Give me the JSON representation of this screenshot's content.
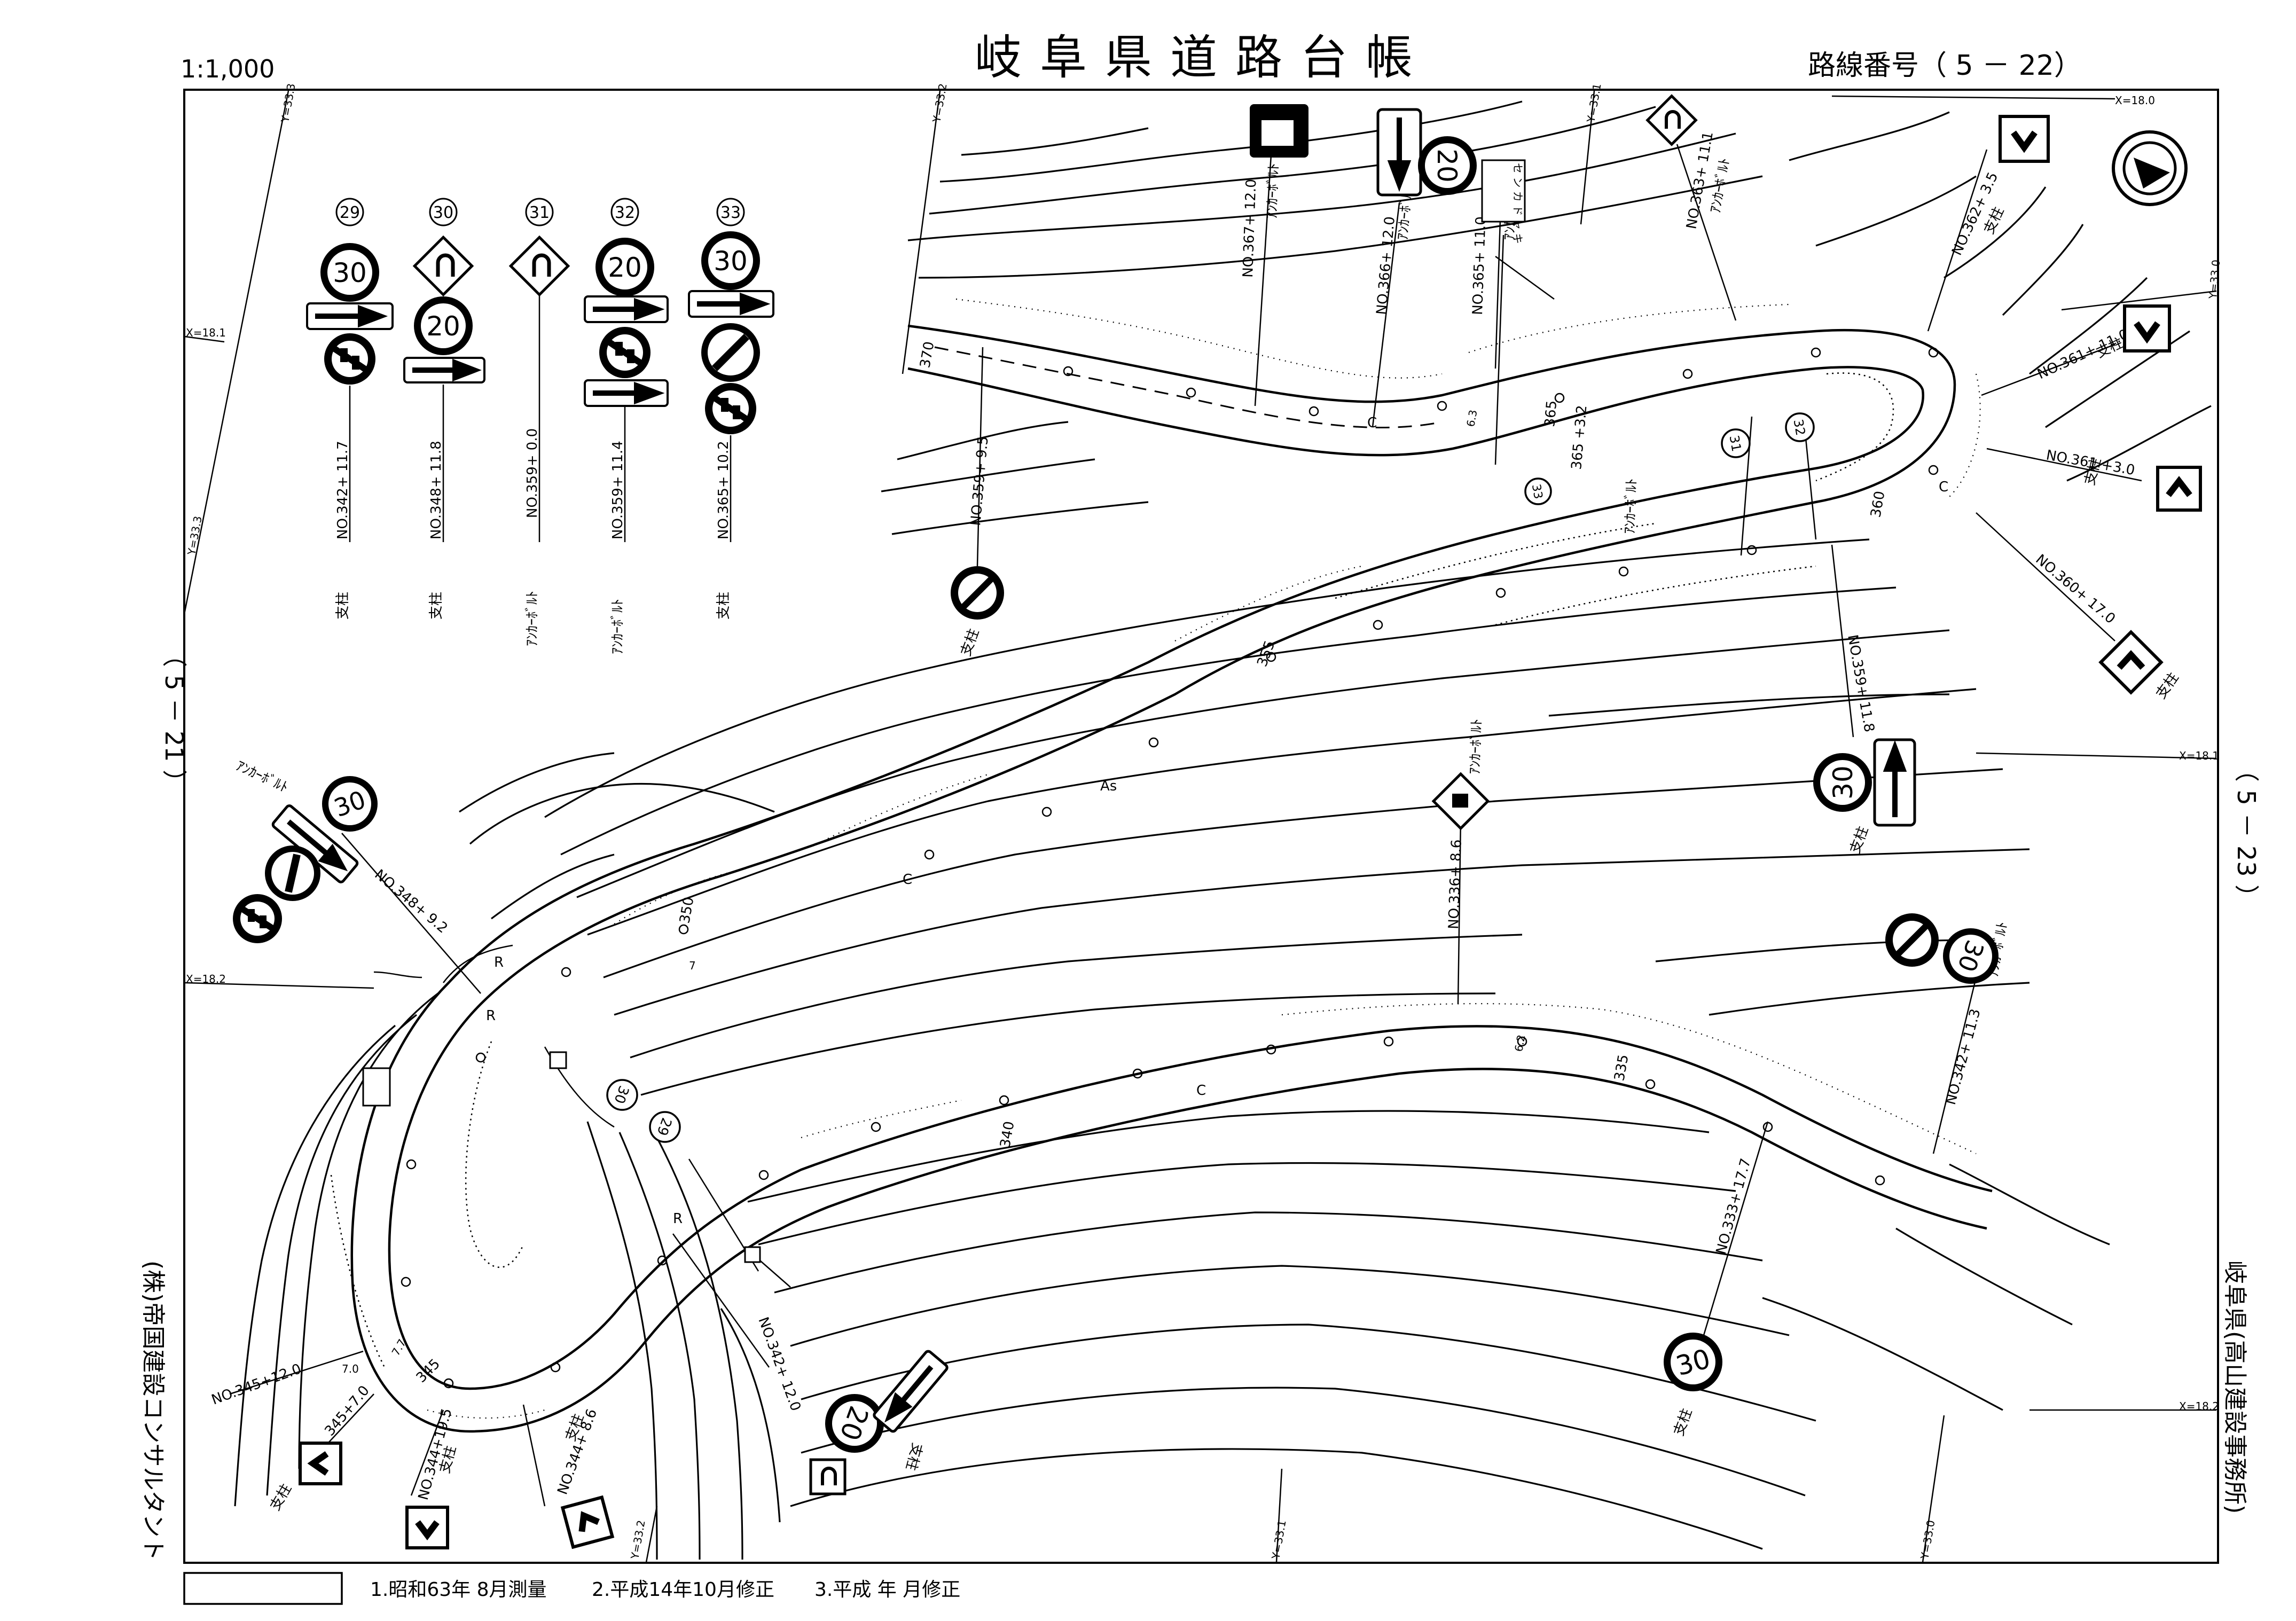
{
  "header": {
    "scale": "1:1,000",
    "title": "岐阜県道路台帳",
    "route_number": "路線番号（ 5 － 22）"
  },
  "side_labels": {
    "left_sheet": "（ 5 － 21 ）",
    "right_sheet": "（ 5 － 23 ）",
    "company": "(株)帝国建設コンサルタント",
    "office": "岐阜県(高山建設事務所)"
  },
  "footer": {
    "notes": [
      "1.昭和63年 8月測量",
      "2.平成14年10月修正",
      "3.平成 年 月修正"
    ]
  },
  "legend": {
    "items": [
      {
        "id": "29",
        "station": "NO.342+ 11.7",
        "post": "支柱"
      },
      {
        "id": "30",
        "station": "NO.348+ 11.8",
        "post": "支柱"
      },
      {
        "id": "31",
        "station": "NO.359+ 0.0",
        "post": "ｱﾝｶｰﾎﾞﾙﾄ"
      },
      {
        "id": "32",
        "station": "NO.359+ 11.4",
        "post": "ｱﾝｶｰﾎﾞﾙﾄ"
      },
      {
        "id": "33",
        "station": "NO.365+ 10.2",
        "post": "支柱"
      }
    ],
    "speed_30": "30",
    "speed_20": "20"
  },
  "map": {
    "north_arrow": "north-arrow-icon",
    "grid_labels": {
      "y333a": "Y=33.3",
      "y332a": "Y=33.2",
      "y331a": "Y=33.1",
      "x180": "X=18.0",
      "y330a": "Y=33.0",
      "x181a": "X=18.1",
      "x181b": "X=18.1",
      "x182a": "X=18.2",
      "x182b": "X=18.2",
      "y333b": "Y=33.3",
      "y332b": "Y=33.2",
      "y331b": "Y=33.1",
      "y330b": "Y=33.0"
    },
    "stations": {
      "s367": "NO.367+ 12.0",
      "s366": "NO.366+ 12.0",
      "s365": "NO.365+ 11.0",
      "s363": "NO.363+ 11.1",
      "s362": "NO.362+ 3.5",
      "s361a": "NO.361+ 11.0",
      "s361b": "NO.361 +3.0",
      "s360": "NO.360+ 17.0",
      "s359a": "NO.359+ 9.5",
      "s359b": "NO.359+ 11.8",
      "s348": "NO.348+ 9.2",
      "s336": "NO.336+ 8.6",
      "s342": "NO.342+ 11.3",
      "s333": "NO.333+ 17.7",
      "s345": "NO.345+12.0",
      "s345b": "345+7.0",
      "s344a": "NO.344+19.5",
      "s344b": "NO.344+ 8.6",
      "s342b": "NO.342+ 12.0"
    },
    "station_marks": {
      "m370": "370",
      "m365": "365",
      "m360": "360",
      "m355": "355",
      "m350": "350",
      "m345": "345",
      "m340": "340",
      "m335": "335",
      "m3652": "365 +3.2"
    },
    "post_labels": {
      "anchor": "ｱﾝｶｰﾎﾞﾙﾄ",
      "post": "支柱",
      "caution_text": "セ ン カ ド ャ キ"
    },
    "surface": {
      "as": "As",
      "c": "C",
      "r": "R"
    },
    "dims": {
      "d63": "6.3",
      "d62": "6.2",
      "d77": "7.7",
      "d70": "7.0",
      "d7": "7"
    },
    "sign_numbers": {
      "n30": "30",
      "n20": "20",
      "n29": "29",
      "n31": "31",
      "n32": "32",
      "n33": "33"
    }
  }
}
